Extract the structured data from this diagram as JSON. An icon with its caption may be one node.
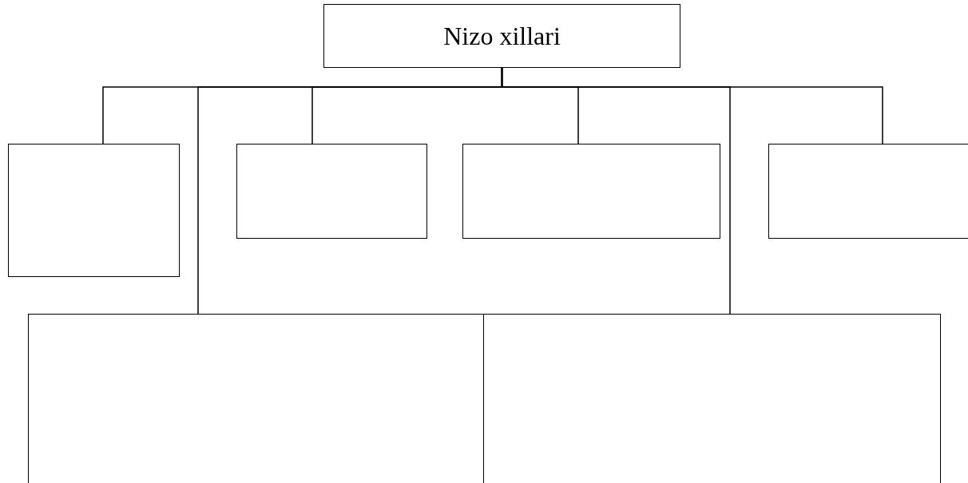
{
  "diagram": {
    "nodes": [
      {
        "text": [
          "Nizo xillari"
        ]
      },
      {
        "text": [],
        "shape": "box"
      },
      {
        "text": [],
        "shape": "box"
      },
      {
        "text": [],
        "shape": "box"
      },
      {
        "text": [],
        "shape": "box"
      },
      {
        "text": [],
        "shape": "box"
      },
      {
        "text": [],
        "shape": "box"
      }
    ],
    "edges": [
      {
        "from": 0,
        "to": 1,
        "arrow": "none"
      },
      {
        "from": 0,
        "to": 5,
        "arrow": "none"
      },
      {
        "from": 0,
        "to": 2,
        "arrow": "none"
      },
      {
        "from": 0,
        "to": 3,
        "arrow": "none"
      },
      {
        "from": 0,
        "to": 6,
        "arrow": "none"
      },
      {
        "from": 0,
        "to": 4,
        "arrow": "none"
      }
    ]
  }
}
